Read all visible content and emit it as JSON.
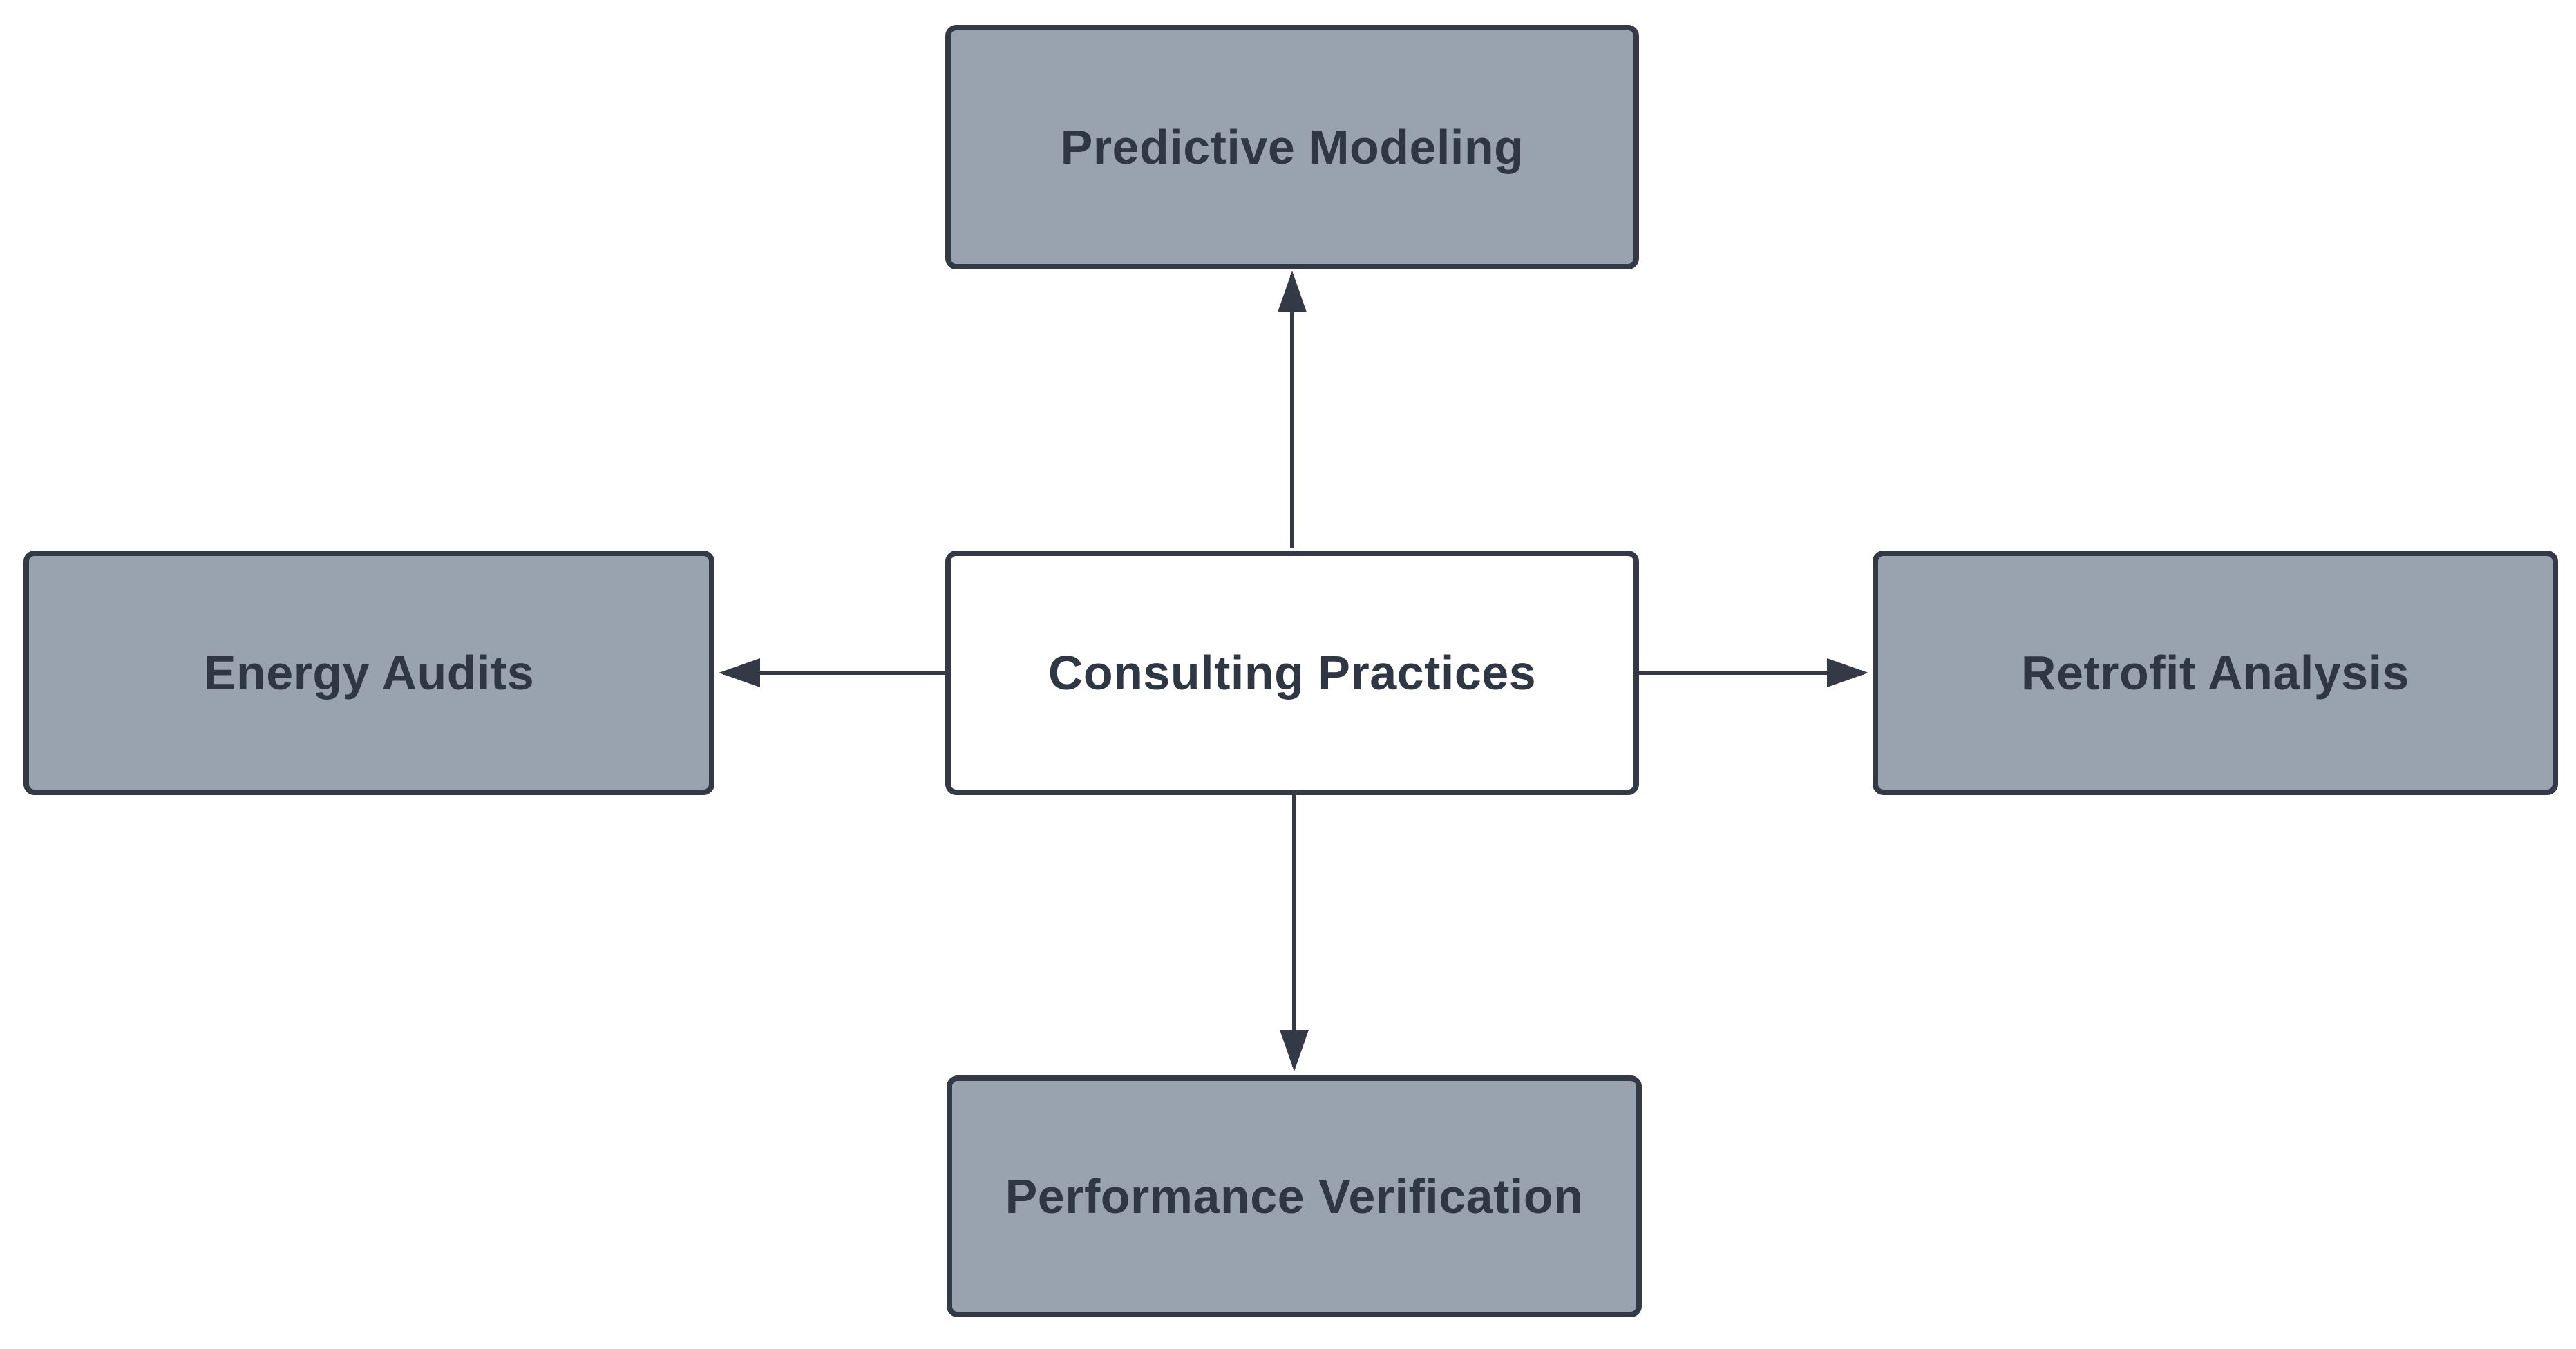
{
  "diagram": {
    "type": "hub-and-spoke",
    "center_node": {
      "id": "consulting-practices",
      "label": "Consulting Practices"
    },
    "spoke_nodes": [
      {
        "id": "predictive-modeling",
        "label": "Predictive Modeling",
        "direction": "top"
      },
      {
        "id": "energy-audits",
        "label": "Energy Audits",
        "direction": "left"
      },
      {
        "id": "retrofit-analysis",
        "label": "Retrofit Analysis",
        "direction": "right"
      },
      {
        "id": "performance-verification",
        "label": "Performance Verification",
        "direction": "bottom"
      }
    ],
    "edges": [
      {
        "from": "consulting-practices",
        "to": "predictive-modeling",
        "arrowhead": "to"
      },
      {
        "from": "consulting-practices",
        "to": "energy-audits",
        "arrowhead": "to"
      },
      {
        "from": "consulting-practices",
        "to": "retrofit-analysis",
        "arrowhead": "to"
      },
      {
        "from": "consulting-practices",
        "to": "performance-verification",
        "arrowhead": "to"
      }
    ],
    "colors": {
      "background": "#ffffff",
      "node_fill": "#99a3af",
      "node_border": "#333a46",
      "center_node_fill": "#ffffff",
      "text": "#2f3744",
      "arrow": "#333a46"
    }
  }
}
